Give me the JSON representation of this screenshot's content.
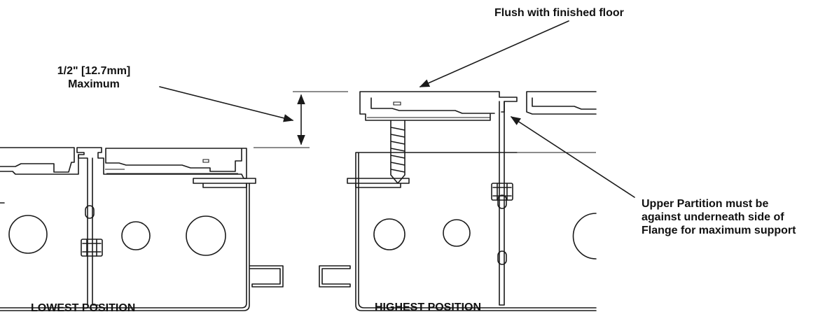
{
  "labels": {
    "flush_label": "Flush with finished floor",
    "dimension_line1": "1/2\" [12.7mm]",
    "dimension_line2": "Maximum",
    "upper_partition_line1": "Upper Partition must be",
    "upper_partition_line2": "against underneath side of",
    "upper_partition_line3": "Flange for maximum support",
    "lowest_position": "LOWEST POSITION",
    "highest_position": "HIGHEST POSITION"
  }
}
